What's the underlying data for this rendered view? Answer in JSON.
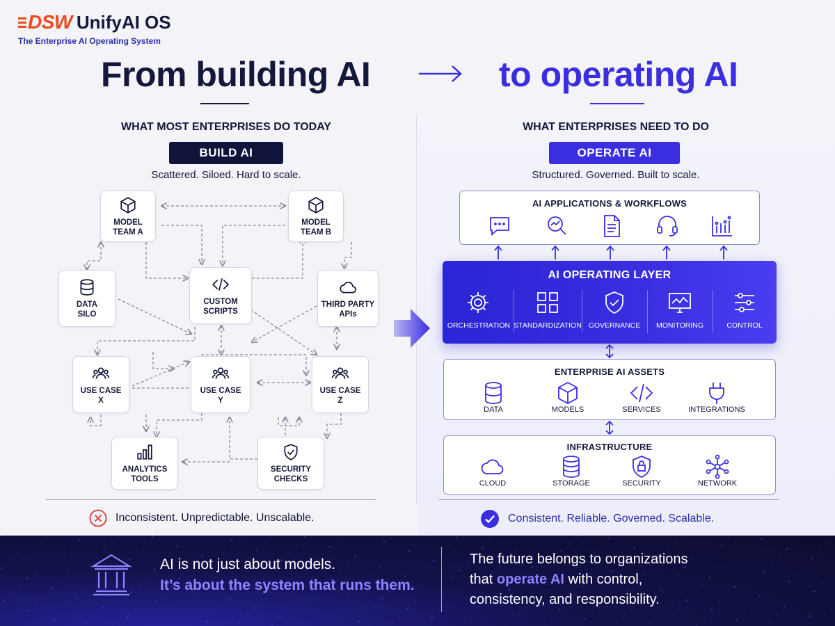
{
  "brand": {
    "logo_mark": "DSW",
    "name": "UnifyAI OS",
    "tagline": "The Enterprise AI Operating System"
  },
  "headline": {
    "left": "From building AI",
    "right": "to operating AI"
  },
  "left_panel": {
    "heading": "WHAT MOST ENTERPRISES DO TODAY",
    "pill": "BUILD AI",
    "subtitle": "Scattered. Siloed. Hard to scale.",
    "nodes": [
      {
        "label": "MODEL\nTEAM A",
        "icon": "cube-icon"
      },
      {
        "label": "MODEL\nTEAM B",
        "icon": "cube-icon"
      },
      {
        "label": "DATA\nSILO",
        "icon": "database-icon"
      },
      {
        "label": "CUSTOM\nSCRIPTS",
        "icon": "code-icon"
      },
      {
        "label": "THIRD PARTY\nAPIs",
        "icon": "cloud-icon"
      },
      {
        "label": "USE CASE\nX",
        "icon": "users-icon"
      },
      {
        "label": "USE CASE\nY",
        "icon": "users-icon"
      },
      {
        "label": "USE CASE\nZ",
        "icon": "users-icon"
      },
      {
        "label": "ANALYTICS\nTOOLS",
        "icon": "bar-chart-icon"
      },
      {
        "label": "SECURITY\nCHECKS",
        "icon": "shield-check-icon"
      }
    ],
    "verdict": "Inconsistent. Unpredictable. Unscalable."
  },
  "right_panel": {
    "heading": "WHAT ENTERPRISES NEED TO DO",
    "pill": "OPERATE AI",
    "subtitle": "Structured. Governed. Built to scale.",
    "apps_layer": {
      "title": "AI APPLICATIONS & WORKFLOWS",
      "icons": [
        "chat-icon",
        "search-analytics-icon",
        "document-icon",
        "headset-icon",
        "chart-icon"
      ]
    },
    "operating_layer": {
      "title": "AI OPERATING LAYER",
      "items": [
        {
          "label": "ORCHESTRATION",
          "icon": "gear-icon"
        },
        {
          "label": "STANDARDIZATION",
          "icon": "grid-icon"
        },
        {
          "label": "GOVERNANCE",
          "icon": "shield-check-icon"
        },
        {
          "label": "MONITORING",
          "icon": "monitor-icon"
        },
        {
          "label": "CONTROL",
          "icon": "sliders-icon"
        }
      ]
    },
    "assets_layer": {
      "title": "ENTERPRISE AI ASSETS",
      "items": [
        {
          "label": "DATA",
          "icon": "database-icon"
        },
        {
          "label": "MODELS",
          "icon": "cube-icon"
        },
        {
          "label": "SERVICES",
          "icon": "code-icon"
        },
        {
          "label": "INTEGRATIONS",
          "icon": "plug-icon"
        }
      ]
    },
    "infra_layer": {
      "title": "INFRASTRUCTURE",
      "items": [
        {
          "label": "CLOUD",
          "icon": "cloud-icon"
        },
        {
          "label": "STORAGE",
          "icon": "storage-icon"
        },
        {
          "label": "SECURITY",
          "icon": "lock-icon"
        },
        {
          "label": "NETWORK",
          "icon": "network-icon"
        }
      ]
    },
    "verdict": "Consistent. Reliable. Governed. Scalable."
  },
  "footer": {
    "line1": "AI is not just about models.",
    "line2": "It’s about the system that runs them.",
    "right_pre": "The future belongs to organizations",
    "right_pre2": "that ",
    "right_highlight": "operate AI",
    "right_post": " with control,",
    "right_line3": "consistency, and responsibility."
  },
  "colors": {
    "accent": "#3a2ee0",
    "dark": "#14183a",
    "orange": "#ea4a1c",
    "footer_highlight": "#8f84ff",
    "error": "#e0342c"
  }
}
